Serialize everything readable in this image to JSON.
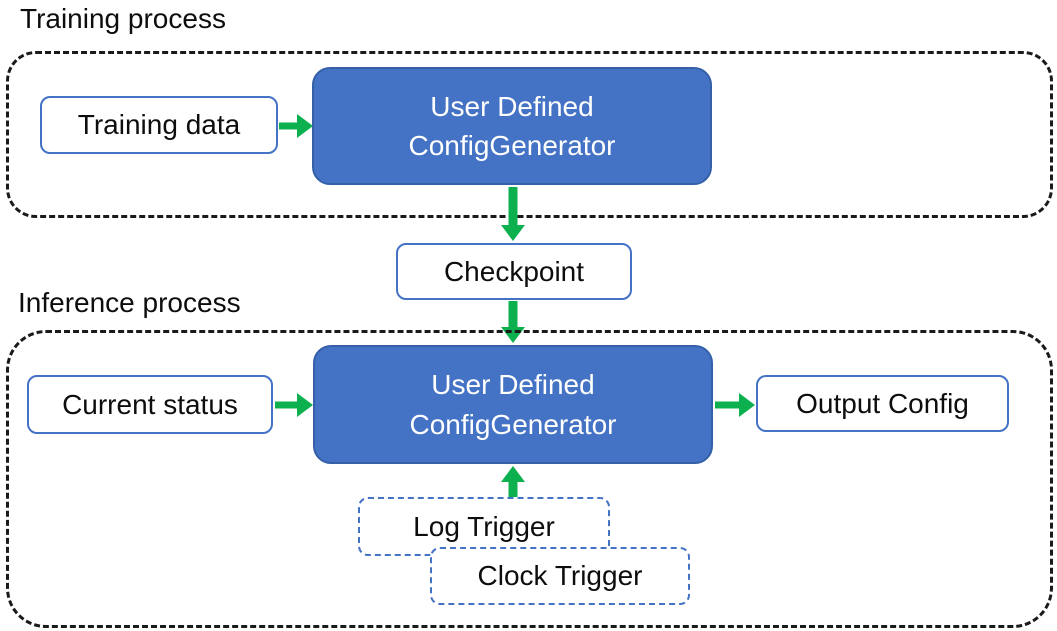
{
  "colors": {
    "accent_blue": "#4472C4",
    "accent_blue_dark": "#3560A8",
    "arrow_green": "#0CB04E",
    "border_black": "#1a1a1a",
    "text_black": "#0d0d0d",
    "box_text_white": "#ffffff"
  },
  "training_section": {
    "label": "Training process",
    "training_data": "Training data",
    "generator_line1": "User Defined",
    "generator_line2": "ConfigGenerator"
  },
  "checkpoint": {
    "label": "Checkpoint"
  },
  "inference_section": {
    "label": "Inference process",
    "current_status": "Current status",
    "generator_line1": "User Defined",
    "generator_line2": "ConfigGenerator",
    "output_config": "Output Config",
    "log_trigger": "Log Trigger",
    "clock_trigger": "Clock Trigger"
  }
}
